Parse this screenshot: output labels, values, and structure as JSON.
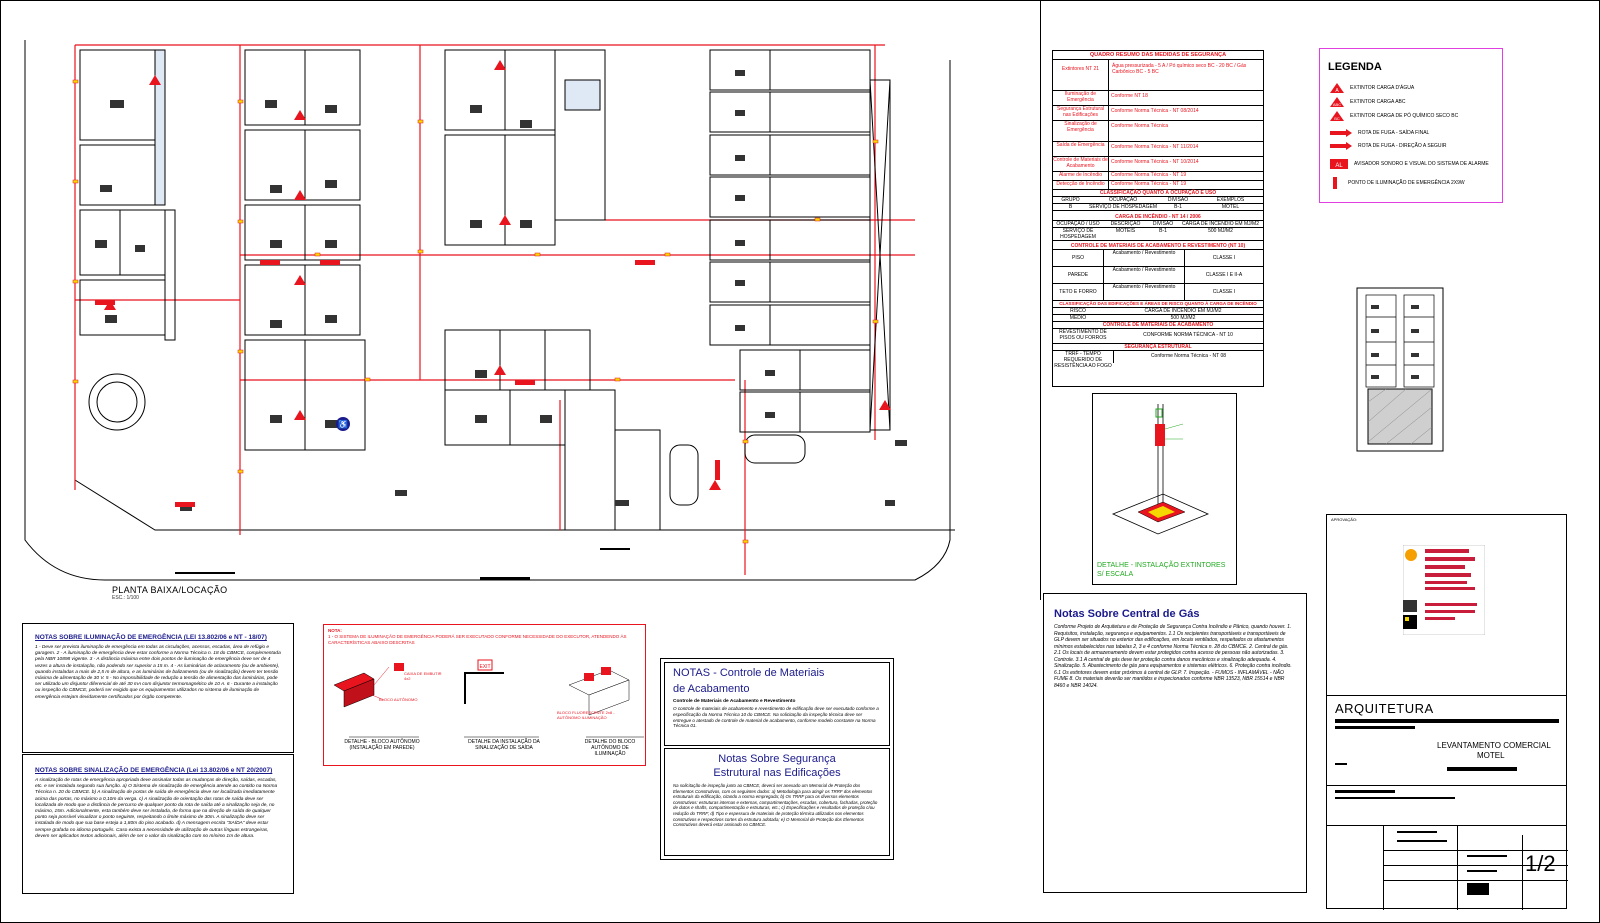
{
  "plan": {
    "title": "PLANTA BAIXA/LOCAÇÃO",
    "scale": "ESC.: 1/100"
  },
  "safety_table": {
    "title": "QUADRO RESUMO DAS MEDIDAS DE SEGURANÇA",
    "rows": [
      {
        "label": "Extintores NT 21",
        "value": "Água pressurizada - 5 A / Pó químico seco BC - 20 BC / Gás Carbônico BC - 5 BC"
      },
      {
        "label": "Iluminação de Emergência",
        "value": "Conforme NT 18"
      },
      {
        "label": "Segurança Estrutural nas Edificações",
        "value": "Conforme Norma Técnica - NT 08/2014"
      },
      {
        "label": "Sinalização de Emergência",
        "value": "Conforme Norma Técnica"
      },
      {
        "label": "Saída de Emergência",
        "value": "Conforme Norma Técnica - NT 11/2014"
      },
      {
        "label": "Controle de Materiais de Acabamento",
        "value": "Conforme Norma Técnica - NT 10/2014"
      },
      {
        "label": "Alarme de Incêndio",
        "value": "Conforme Norma Técnica - NT 19"
      },
      {
        "label": "Detecção de Incêndio",
        "value": "Conforme Norma Técnica - NT 19"
      }
    ],
    "classification_title": "CLASSIFICAÇÃO QUANTO À OCUPAÇÃO E USO",
    "classification_headers": [
      "GRUPO",
      "OCUPAÇÃO",
      "DIVISÃO",
      "EXEMPLOS"
    ],
    "classification_row": [
      "B",
      "SERVIÇO DE HOSPEDAGEM",
      "B-1",
      "MOTEL"
    ],
    "fire_load_title": "CARGA DE INCÊNDIO - NT 14 / 2006",
    "fire_load_headers": [
      "OCUPAÇÃO / USO",
      "DESCRIÇÃO",
      "DIVISÃO",
      "CARGA DE INCÊNDIO EM MJ/M2"
    ],
    "fire_load_row": [
      "SERVIÇO DE HOSPEDAGEM",
      "MOTÉIS",
      "B-1",
      "500 MJ/M2"
    ],
    "materials_title": "CONTROLE DE MATERIAIS DE ACABAMENTO E REVESTIMENTO (NT 10)",
    "materials_rows": [
      [
        "PISO",
        "Acabamento / Revestimento",
        "CLASSE I"
      ],
      [
        "PAREDE",
        "Acabamento / Revestimento",
        "CLASSE I E II-A"
      ],
      [
        "TETO E FORRO",
        "Acabamento / Revestimento",
        "CLASSE I"
      ]
    ],
    "risk_title": "CLASSIFICAÇÃO DAS EDIFICAÇÕES E ÁREAS DE RISCO QUANTO À CARGA DE INCÊNDIO",
    "risk_rows": [
      [
        "RISCO",
        "CARGA DE INCÊNDIO EM MJ/M2"
      ],
      [
        "MÉDIO",
        "500 MJ/M2"
      ]
    ],
    "control_title": "CONTROLE DE MATERIAIS DE ACABAMENTO",
    "control_row": [
      "REVESTIMENTO DE PISOS OU FORROS",
      "CONFORME NORMA TÉCNICA - NT 10"
    ],
    "structural_title": "SEGURANÇA ESTRUTURAL",
    "structural_row": [
      "TRRF - TEMPO REQUERIDO DE RESISTÊNCIA AO FOGO",
      "Conforme Norma Técnica - NT 08"
    ]
  },
  "legend": {
    "title": "LEGENDA",
    "items": [
      "EXTINTOR CARGA D'ÁGUA",
      "EXTINTOR CARGA ABC",
      "EXTINTOR CARGA DE PÓ QUÍMICO SECO BC",
      "ROTA DE FUGA - SAÍDA FINAL",
      "ROTA DE FUGA - DIREÇÃO A SEGUIR",
      "AVISADOR SONORO E VISUAL DO SISTEMA DE ALARME",
      "PONTO DE ILUMINAÇÃO DE EMERGÊNCIA 2X9W"
    ]
  },
  "extinguisher_detail": {
    "caption_line1": "DETALHE - INSTALAÇÃO EXTINTORES",
    "caption_line2": "S/ ESCALA"
  },
  "gas_notes": {
    "title": "Notas Sobre Central de Gás",
    "body": "Conforme Projeto de Arquitetura e de Proteção de Segurança Contra Incêndio e Pânico, quando houver. 1. Requisitos, instalação, segurança e equipamentos. 1.1 Os recipientes transportáveis e transportáveis de GLP devem ser situados no exterior das edificações, em locais ventilados, respeitados os afastamentos mínimos estabelecidos nas tabelas 2, 3 e 4 conforme Norma Técnica n. 28 do CBMCE. 2. Central de gás. 2.1 Os locais de armazenamento devem estar protegidos contra acesso de pessoas não autorizadas. 3. Controle. 3.1 A central de gás deve ter proteção contra danos mecânicos e sinalização adequada. 4. Sinalização. 5. Abastecimento de gás para equipamentos e sistemas elétricos. 6. Proteção contra incêndio. 6.1 Os extintores devem estar próximos à central de GLP. 7. Inspeção. - FUMOS - INFLAMÁVEL - NÃO FUME 8. Os materiais deverão ser mantidos e inspecionados conforme NBR 13523, NBR 15514 e NBR 8460 e NBR 14024."
  },
  "lighting_notes": {
    "title": "NOTAS SOBRE ILUMINAÇÃO DE EMERGÊNCIA (LEI 13.802/06 e NT - 18/07)",
    "body": "1 - Deve ser prevista iluminação de emergência em todas as circulações, acessos, escadas, área de refúgio e garagem. 2 - A iluminação de emergência deve estar conforme a Norma Técnica n. 18 do CBMCE, complementada pela NBR 10898 vigente. 3 - A distância máxima entre dois pontos de iluminação de emergência deve ser de 4 vezes a altura de instalação, não podendo ser superior a 15 m. 4 - As luminárias de aclaramento (ou de ambiente), quando instaladas a mais de 2,5 m de altura, e as luminárias de balizamento (ou de sinalização) devem ter tensão máxima de alimentação de 30 V. 5 - No impossibilidade de redução a tensão de alimentação das luminárias, pode ser utilizado um disjuntor diferencial de até 30 mA com disjuntor termomagnético de 10 A. 6 - Durante a instalação ou inspeção do CBMCE, poderá ser exigido que os equipamentos utilizados no sistema de iluminação de emergência estejam devidamente certificados por órgão competente."
  },
  "signage_notes": {
    "title": "NOTAS SOBRE SINALIZAÇÃO DE EMERGÊNCIA (Lei 13.802/06 e NT 20/2007)",
    "body": "A sinalização de rotas de emergência apropriada deve assinalar todas as mudanças de direção, saídas, escadas, etc. e ser instalada segundo sua função. a) O Sistema de sinalização de emergência atende ao contido na Norma Técnica n. 20 do CBMCE. b) A sinalização de portas de saída de emergência deve ser localizada imediatamente acima das portas, no máximo a 0,10m da verga. c) A sinalização de orientação das rotas de saída deve ser localizada de modo que a distância de percurso de qualquer ponto da rota de saída até a sinalização seja de, no máximo, 15m. Adicionalmente, esta também deve ser instalada, de forma que na direção de saída de qualquer ponto seja possível visualizar o ponto seguinte, respeitando o limite máximo de 30m. A sinalização deve ser instalada de modo que sua base esteja a 1,80m do piso acabado. d) A mensagem escrita \"SAÍDA\" deve estar sempre grafada no idioma português. Caso exista a necessidade de utilização de outras línguas estrangeiras, devem ser aplicados textos adicionais, além de ser o valor da sinalização com no mínimo 1m de altura."
  },
  "nota_box": {
    "title": "NOTA:",
    "text": "1 - O SISTEMA DE ILUMINAÇÃO DE EMERGÊNCIA PODERÁ SER EXECUTADO CONFORME NECESSIDADE DO EXECUTOR, ATENDENDO ÀS CARACTERÍSTICAS ABAIXO DESCRITAS",
    "detail1": "DETALHE - BLOCO AUTÔNOMO (INSTALAÇÃO EM PAREDE)",
    "detail2": "DETALHE DA INSTALAÇÃO DA SINALIZAÇÃO DE SAÍDA",
    "detail3": "DETALHE DO BLOCO AUTÔNOMO DE ILUMINAÇÃO",
    "label_bloco": "BLOCO AUTÔNOMO",
    "label_caixa": "CAIXA DE EMBUTIR 4x2",
    "label_bloco_fluor": "BLOCO FLUORESCENTE 2x8 - AUTÔNOMO ILUMINAÇÃO"
  },
  "materials_notes": {
    "title_line1": "NOTAS - Controle de Materiais",
    "title_line2": "de Acabamento",
    "subtitle": "Controle de Materiais de Acabamento e Revestimento",
    "body": "O controle de materiais de acabamento e revestimento de edificação deve ser executado conforme a especificação da Norma Técnica 10 do CBMCE. Na solicitação da inspeção técnica deve ser entregue o atestado de controle de material de acabamento, conforme modelo constante na Norma Técnica 01."
  },
  "structural_notes": {
    "title_line1": "Notas Sobre Segurança",
    "title_line2": "Estrutural nas Edificações",
    "body": "Na solicitação de inspeção junto ao CBMCE, deverá ser anexado um Memorial de Proteção dos Elementos Construtivos, com os seguintes dados: a) Metodologia para atingir os TRRF dos elementos estruturais da edificação, citando a norma empregada; b) Os TRRF para os diversos elementos construtivos: estruturas internas e externas, compartimentações, escadas, cobertura, fachadas, proteção de dutos e shafts, compartimentação e estruturas, etc.; c) Especificações e resultados de proteção c/ou redução do TRRF; d) Tipo e espessura de materiais de proteção térmica utilizados nos elementos construtivos e respectivos cortes da estrutura adotada; e) O Memorial de Proteção dos Elementos Construtivos deverá estar assinado no CBMCE."
  },
  "title_block": {
    "approval_label": "APROVAÇÃO:",
    "discipline": "ARQUITETURA",
    "project_line1": "LEVANTAMENTO COMERCIAL",
    "project_line2": "MOTEL",
    "sheet": "1/2"
  },
  "colors": {
    "red": "#e8141e",
    "blue": "#1a1a8c",
    "magenta": "#e040e0",
    "green": "#22aa22",
    "yellow": "#f5d800"
  }
}
